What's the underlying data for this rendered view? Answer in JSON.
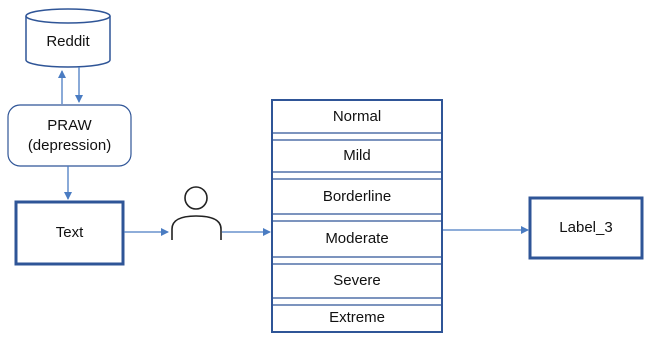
{
  "nodes": {
    "reddit": {
      "label": "Reddit",
      "shape": "cylinder-icon"
    },
    "praw": {
      "line1": "PRAW",
      "line2": "(depression)"
    },
    "text": {
      "label": "Text"
    },
    "annotator": {
      "icon": "person-icon"
    },
    "scale": {
      "levels": [
        "Normal",
        "Mild",
        "Borderline",
        "Moderate",
        "Severe",
        "Extreme"
      ]
    },
    "output": {
      "label": "Label_3"
    }
  },
  "colors": {
    "border": "#2f5597",
    "arrow": "#4a7cc2",
    "text": "#111111",
    "person": "#222222"
  }
}
